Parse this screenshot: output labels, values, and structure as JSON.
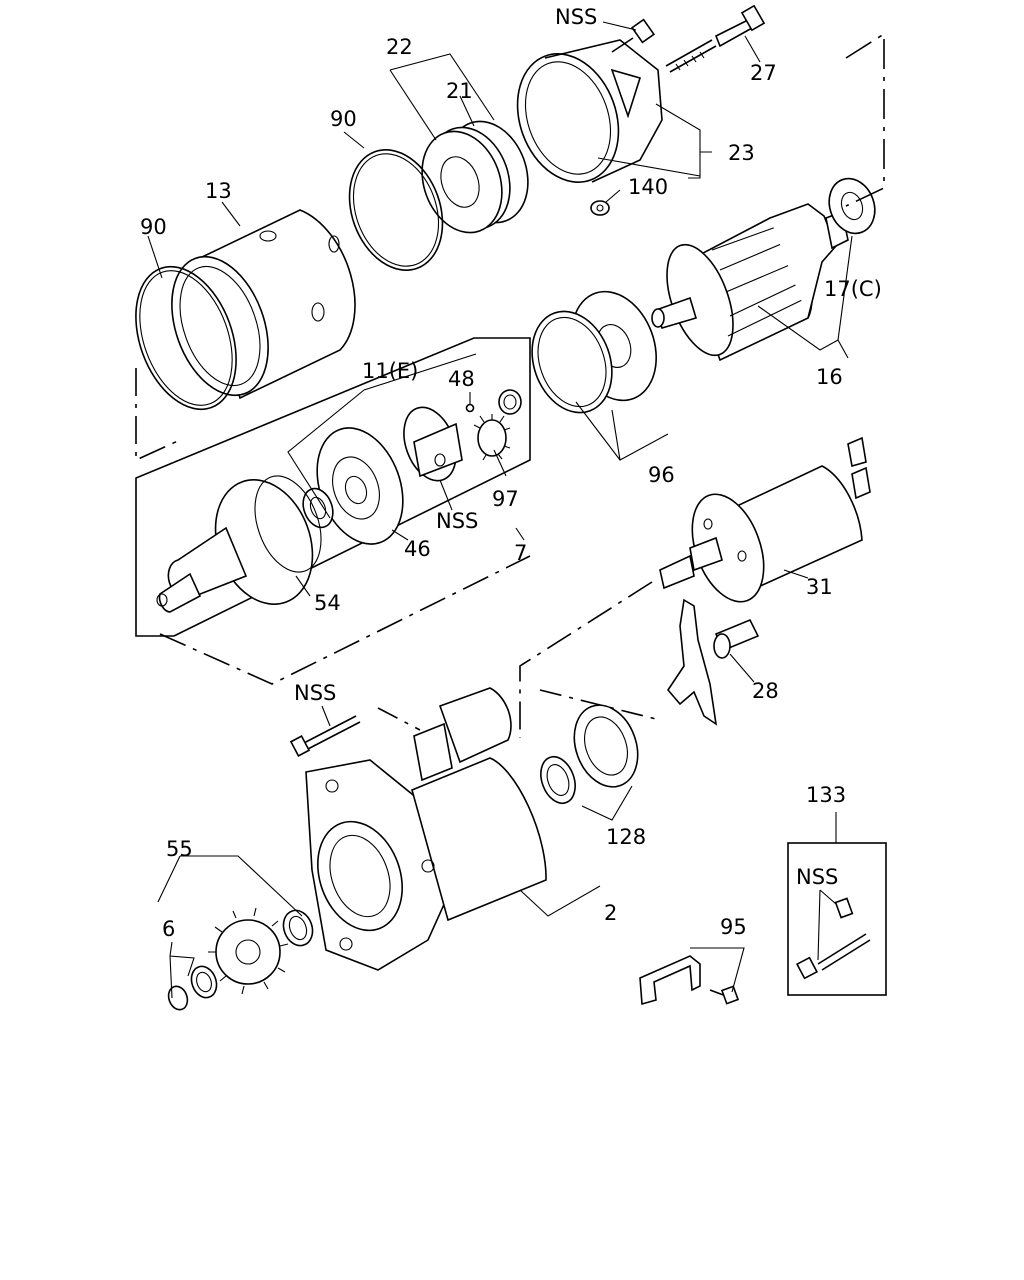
{
  "labels": {
    "nss_top": "NSS",
    "p27": "27",
    "p22": "22",
    "p21": "21",
    "p90_top": "90",
    "p23": "23",
    "p140": "140",
    "p13": "13",
    "p90_left": "90",
    "p17c": "17(C)",
    "p16": "16",
    "p11e": "11(E)",
    "p48": "48",
    "p97": "97",
    "nss_mid": "NSS",
    "p46": "46",
    "p7": "7",
    "p54": "54",
    "p96": "96",
    "p31": "31",
    "p28": "28",
    "nss_bolt": "NSS",
    "p133": "133",
    "nss_box": "NSS",
    "p55": "55",
    "p128": "128",
    "p6": "6",
    "p2": "2",
    "p95": "95"
  }
}
